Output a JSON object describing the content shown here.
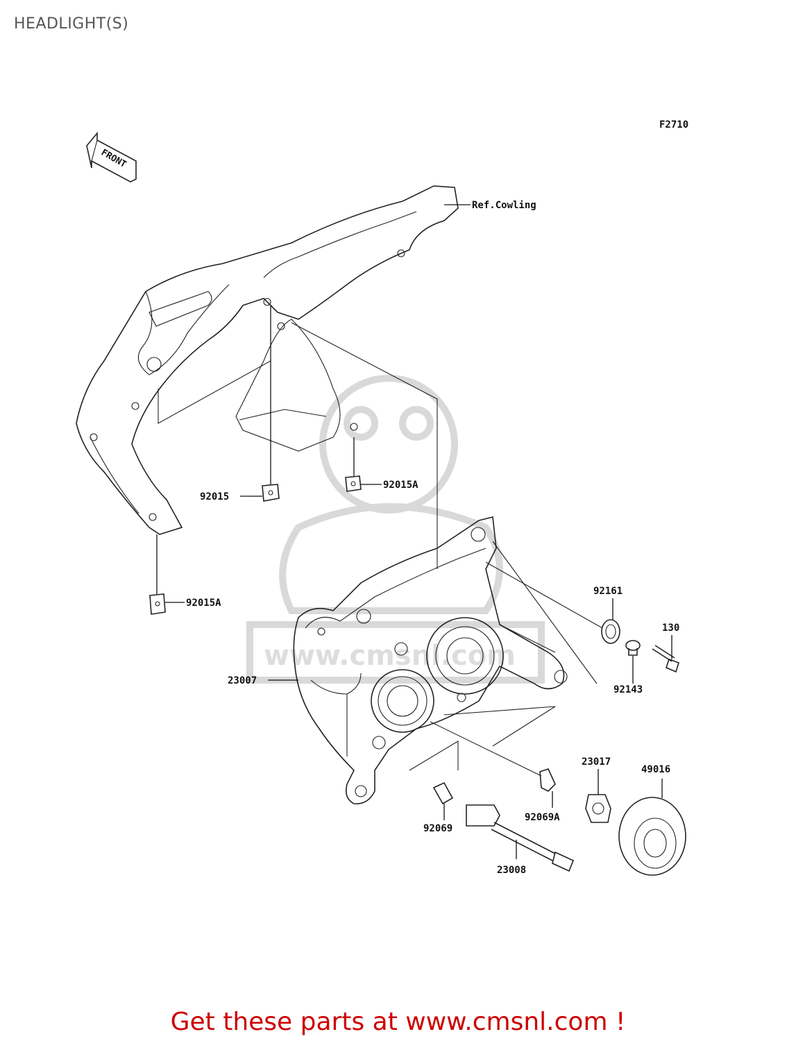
{
  "title": "HEADLIGHT(S)",
  "figure_code": "F2710",
  "front_arrow_label": "FRONT",
  "footer_link": "Get these parts at www.cmsnl.com !",
  "watermark_text": "www.cmsnl.com",
  "labels": {
    "ref_cowling": "Ref.Cowling",
    "p92015": "92015",
    "p92015A_top": "92015A",
    "p92015A_bottom": "92015A",
    "p92161": "92161",
    "p130": "130",
    "p92143": "92143",
    "p23007": "23007",
    "p23017": "23017",
    "p49016": "49016",
    "p92069A": "92069A",
    "p92069": "92069",
    "p23008": "23008"
  },
  "colors": {
    "footer": "#cc0000",
    "line": "#222222",
    "watermark": "#d9d9d9"
  }
}
